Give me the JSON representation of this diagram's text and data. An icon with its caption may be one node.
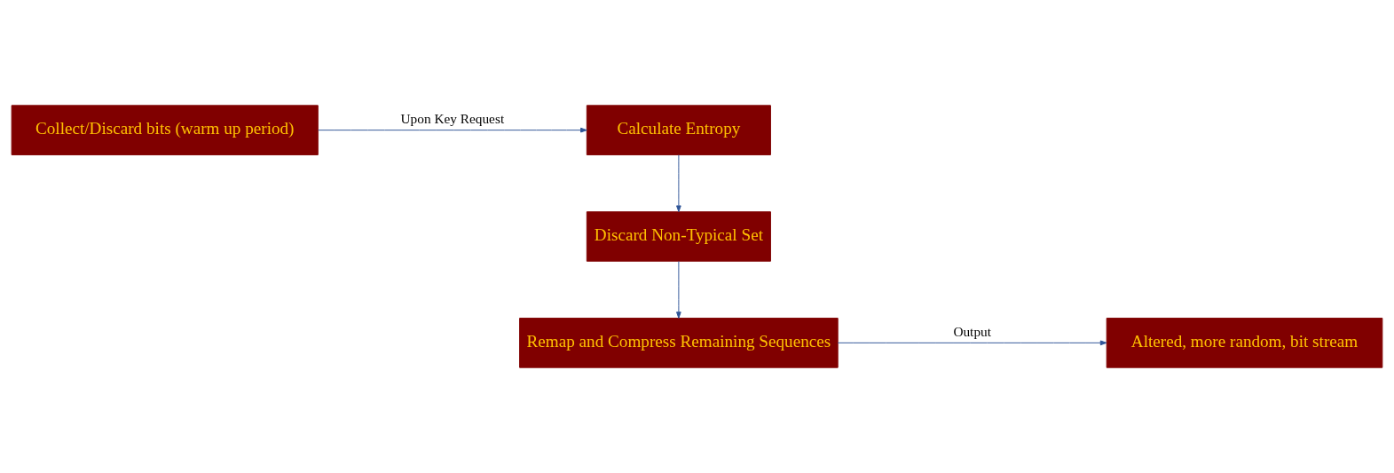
{
  "diagram": {
    "nodes": [
      {
        "text": [
          "Collect/Discard bits (warm up period)"
        ]
      },
      {
        "text": [
          "Calculate Entropy"
        ]
      },
      {
        "text": [
          "Discard Non-Typical Set"
        ]
      },
      {
        "text": [
          "Remap and Compress Remaining Sequences"
        ]
      },
      {
        "text": [
          "Altered, more random, bit stream"
        ]
      }
    ],
    "edges": [
      {
        "from": 0,
        "to": 1,
        "arrow": "to",
        "label": "Upon Key Request"
      },
      {
        "from": 1,
        "to": 2,
        "arrow": "to"
      },
      {
        "from": 2,
        "to": 3,
        "arrow": "to"
      },
      {
        "from": 3,
        "to": 4,
        "arrow": "to",
        "label": "Output"
      }
    ]
  }
}
